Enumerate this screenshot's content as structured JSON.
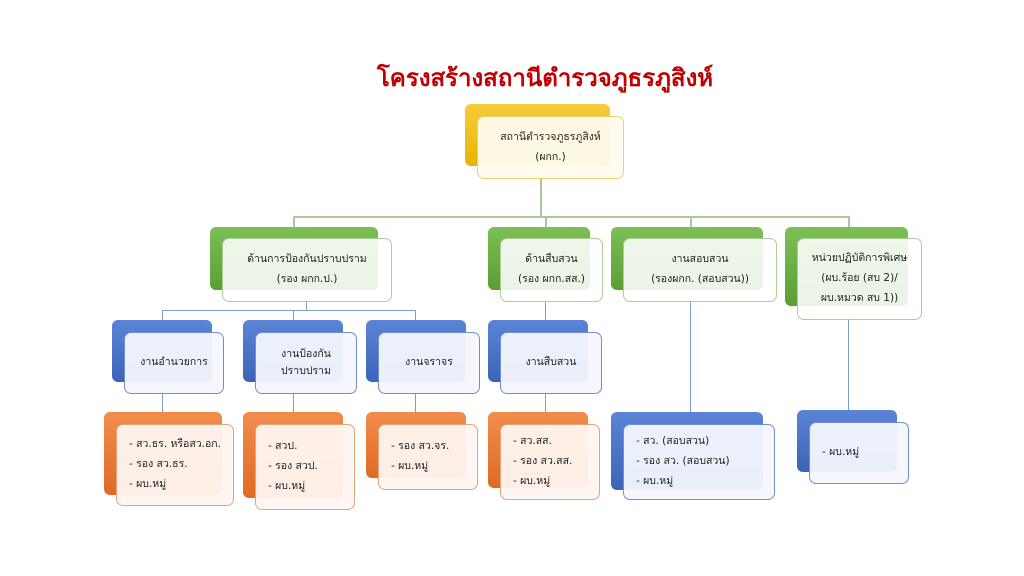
{
  "title": "โครงสร้างสถานีตำรวจภูธรภูสิงห์",
  "root": {
    "line1": "สถานีตำรวจภูธรภูสิงห์",
    "line2": "(ผกก.)"
  },
  "divisions": [
    {
      "line1": "ด้านการป้องกันปราบปราม",
      "line2": "(รอง ผกก.ป.)"
    },
    {
      "line1": "ด้านสืบสวน",
      "line2": "(รอง ผกก.สส.)"
    },
    {
      "line1": "งานสอบสวน",
      "line2": "(รองผกก. (สอบสวน))"
    },
    {
      "line1": "หน่วยปฏิบัติการพิเศษ",
      "line2": "(ผบ.ร้อย (สบ 2)/",
      "line3": "ผบ.หมวด สบ 1))"
    }
  ],
  "units": [
    {
      "line1": "งานอำนวยการ"
    },
    {
      "line1": "งานป้องกัน",
      "line2": "ปราบปราม"
    },
    {
      "line1": "งานจราจร"
    },
    {
      "line1": "งานสืบสวน"
    }
  ],
  "staff": [
    [
      "- สว.ธร. หรือสว.อก.",
      "- รอง สว.ธร.",
      "- ผบ.หมู่"
    ],
    [
      "- สวป.",
      "- รอง สวป.",
      "- ผบ.หมู่"
    ],
    [
      "- รอง สว.จร.",
      "- ผบ.หมู่"
    ],
    [
      "- สว.สส.",
      "- รอง สว.สส.",
      "- ผบ.หมู่"
    ],
    [
      "- สว. (สอบสวน)",
      "- รอง สว. (สอบสวน)",
      "- ผบ.หมู่"
    ],
    [
      "- ผบ.หมู่"
    ]
  ]
}
